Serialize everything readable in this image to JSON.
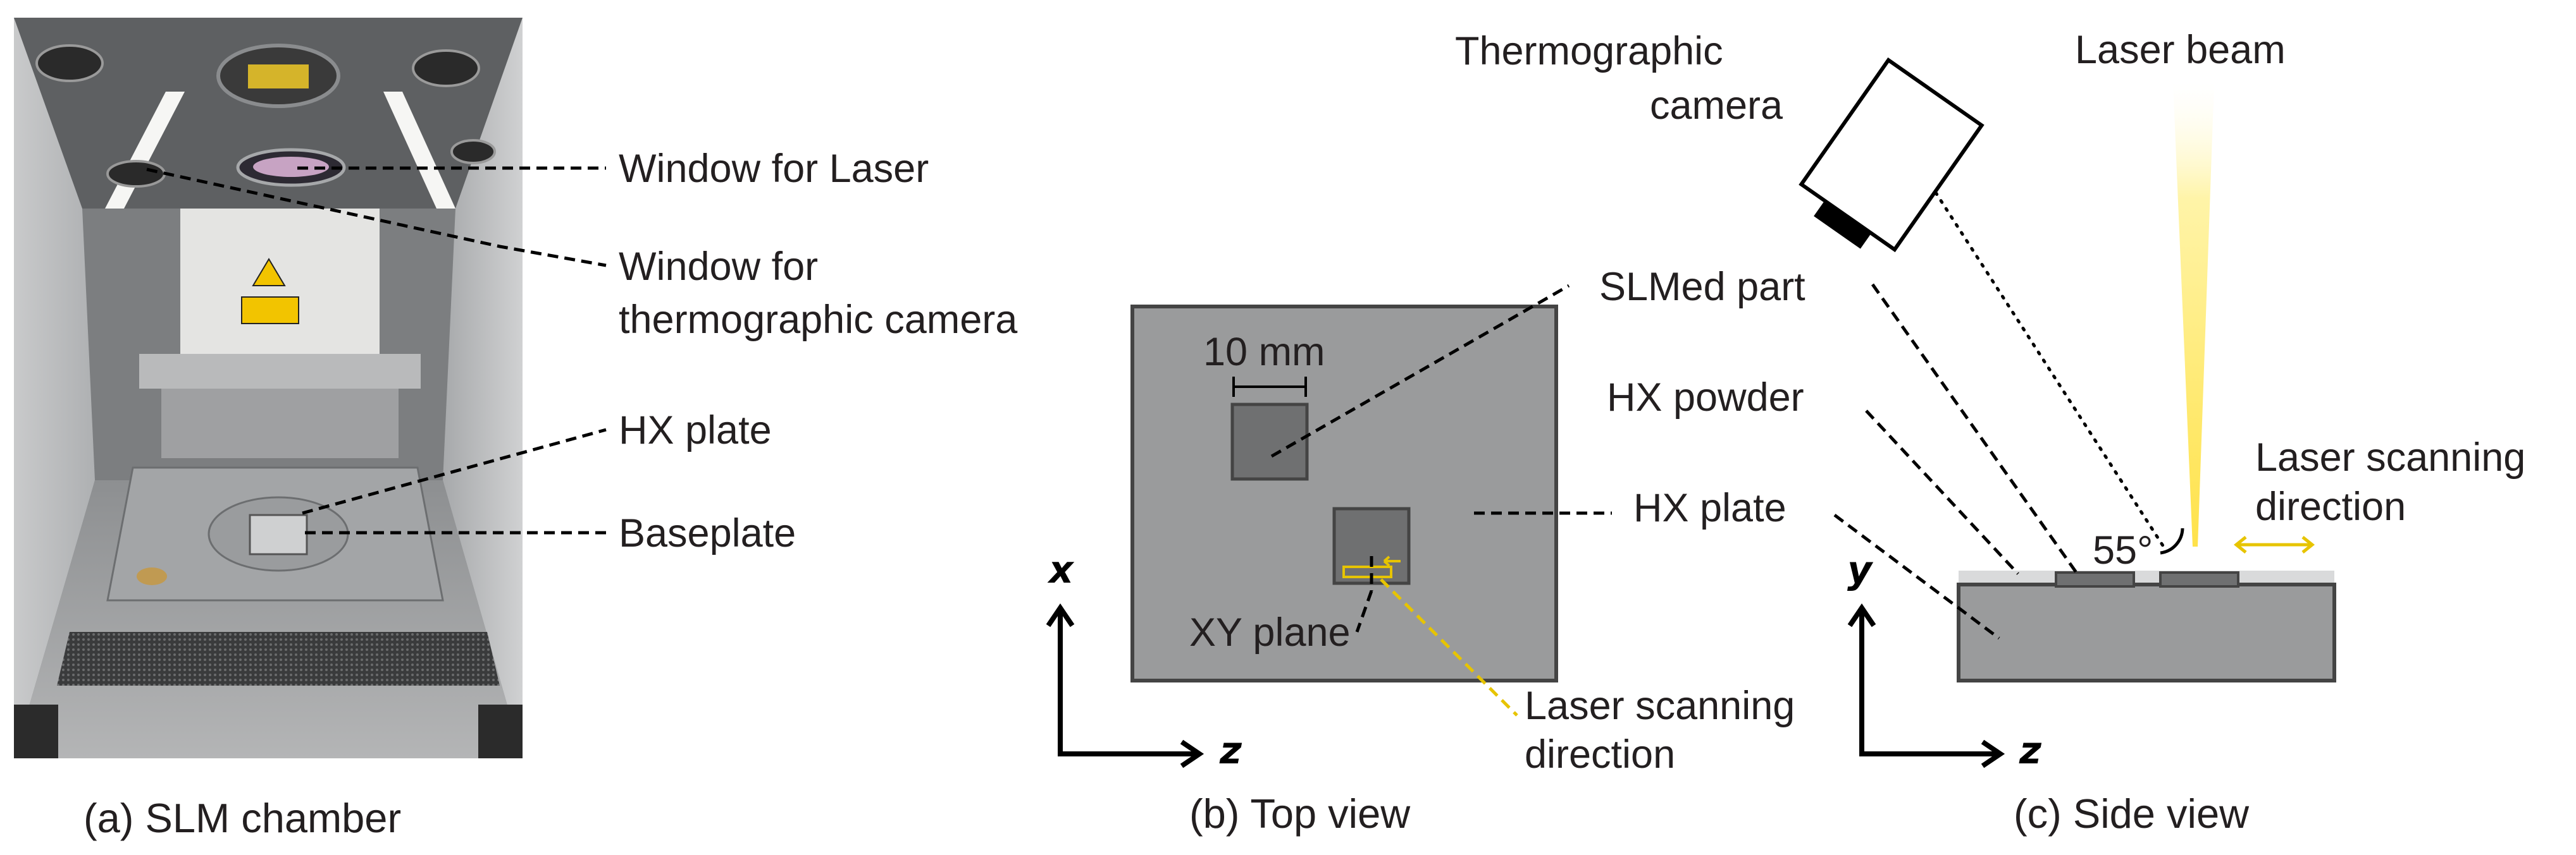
{
  "panel_a": {
    "caption": "(a) SLM chamber",
    "labels": {
      "window_laser": "Window for Laser",
      "window_camera_line1": "Window for",
      "window_camera_line2": "thermographic camera",
      "hx_plate": "HX plate",
      "baseplate": "Baseplate"
    }
  },
  "panel_b": {
    "caption": "(b) Top view",
    "labels": {
      "scale": "10 mm",
      "slmed_part": "SLMed part",
      "hx_plate": "HX plate",
      "xy_plane": "XY plane",
      "laser_line1": "Laser scanning",
      "laser_line2": "direction"
    },
    "axes": {
      "vertical": "x",
      "horizontal": "z"
    }
  },
  "panel_c": {
    "caption": "(c) Side view",
    "labels": {
      "camera_line1": "Thermographic",
      "camera_line2": "camera",
      "laser_beam": "Laser beam",
      "hx_powder": "HX powder",
      "angle": "55°",
      "laser_line1": "Laser scanning",
      "laser_line2": "direction"
    },
    "axes": {
      "vertical": "y",
      "horizontal": "z"
    }
  },
  "colors": {
    "plate": "#9a9b9c",
    "part": "#6f7071",
    "powder": "#d9dadb",
    "laser_yellow": "#ffe24a",
    "scan_yellow": "#e7c400"
  }
}
